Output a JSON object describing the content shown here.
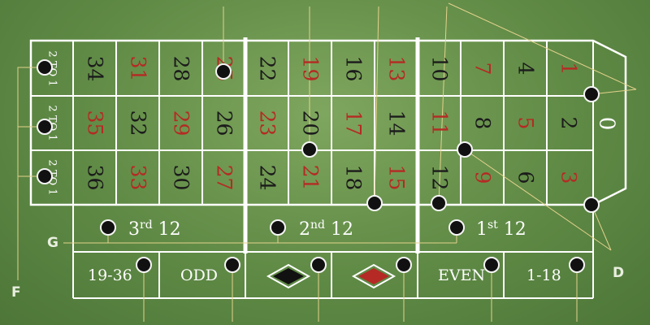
{
  "colors": {
    "felt": "#5f8a45",
    "line": "#ffffff",
    "red": "#b52a24",
    "black": "#1b1b1b",
    "pointer": "#e3d28c",
    "chip": "#111111"
  },
  "zero": "0",
  "numbers": {
    "row_top": [
      {
        "n": "1",
        "c": "red"
      },
      {
        "n": "4",
        "c": "black"
      },
      {
        "n": "7",
        "c": "red"
      },
      {
        "n": "10",
        "c": "black"
      },
      {
        "n": "13",
        "c": "red"
      },
      {
        "n": "16",
        "c": "black"
      },
      {
        "n": "19",
        "c": "red"
      },
      {
        "n": "22",
        "c": "black"
      },
      {
        "n": "25",
        "c": "red"
      },
      {
        "n": "28",
        "c": "black"
      },
      {
        "n": "31",
        "c": "red"
      },
      {
        "n": "34",
        "c": "black"
      }
    ],
    "row_middle": [
      {
        "n": "2",
        "c": "black"
      },
      {
        "n": "5",
        "c": "red"
      },
      {
        "n": "8",
        "c": "black"
      },
      {
        "n": "11",
        "c": "red"
      },
      {
        "n": "14",
        "c": "black"
      },
      {
        "n": "17",
        "c": "red"
      },
      {
        "n": "20",
        "c": "black"
      },
      {
        "n": "23",
        "c": "red"
      },
      {
        "n": "26",
        "c": "black"
      },
      {
        "n": "29",
        "c": "red"
      },
      {
        "n": "32",
        "c": "black"
      },
      {
        "n": "35",
        "c": "red"
      }
    ],
    "row_bottom": [
      {
        "n": "3",
        "c": "red"
      },
      {
        "n": "6",
        "c": "black"
      },
      {
        "n": "9",
        "c": "red"
      },
      {
        "n": "12",
        "c": "black"
      },
      {
        "n": "15",
        "c": "red"
      },
      {
        "n": "18",
        "c": "black"
      },
      {
        "n": "21",
        "c": "red"
      },
      {
        "n": "24",
        "c": "black"
      },
      {
        "n": "27",
        "c": "red"
      },
      {
        "n": "30",
        "c": "black"
      },
      {
        "n": "33",
        "c": "red"
      },
      {
        "n": "36",
        "c": "black"
      }
    ]
  },
  "columns": [
    "2 TO 1",
    "2 TO 1",
    "2 TO 1"
  ],
  "dozens": [
    {
      "num": "3",
      "sup": "rd",
      "rest": " 12"
    },
    {
      "num": "2",
      "sup": "nd",
      "rest": " 12"
    },
    {
      "num": "1",
      "sup": "st",
      "rest": " 12"
    }
  ],
  "outside_bets": {
    "high": "19-36",
    "odd": "ODD",
    "black_icon": "black-diamond-icon",
    "red_icon": "red-diamond-icon",
    "even": "EVEN",
    "low": "1-18"
  },
  "callouts": {
    "f": "F",
    "g": "G",
    "d": "D"
  }
}
